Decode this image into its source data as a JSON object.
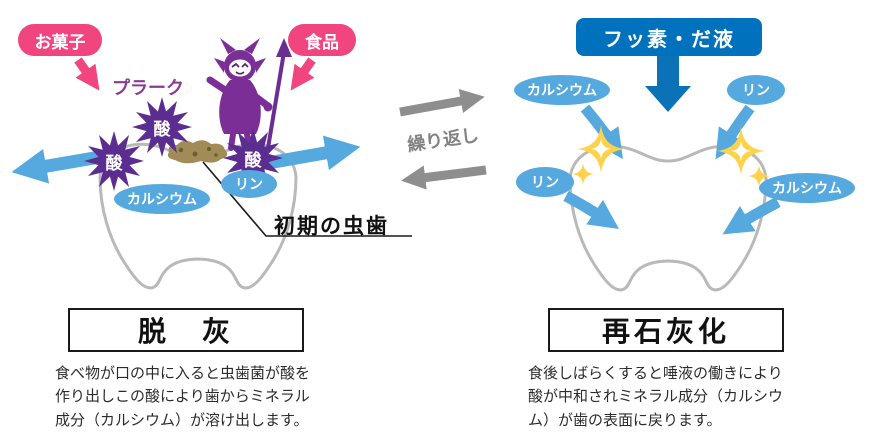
{
  "left": {
    "badge_sweets": "お菓子",
    "badge_food": "食品",
    "plaque_label": "プラーク",
    "acid_label": "酸",
    "calcium_label": "カルシウム",
    "phosphorus_label": "リン",
    "cavity_label": "初期の虫歯",
    "title": "脱　灰",
    "description": "食べ物が口の中に入ると虫歯菌が酸を作り出しこの酸により歯からミネラル成分（カルシウム）が溶け出します。"
  },
  "center": {
    "repeat_label": "繰り返し"
  },
  "right": {
    "badge_fluoride": "フッ素・だ液",
    "calcium_label": "カルシウム",
    "phosphorus_label": "リン",
    "title": "再石灰化",
    "description": "食後しばらくすると唾液の働きにより酸が中和されミネラル成分（カルシウム）が歯の表面に戻ります。"
  },
  "colors": {
    "pink": "#f0457e",
    "light_blue": "#55a9df",
    "dark_blue": "#0071bc",
    "purple": "#7b2f96",
    "burst_purple": "#5c2d91",
    "gray": "#8e8e8e",
    "gold": "#ffd24a",
    "tooth_outline": "#b9b9b9",
    "plaque_brown": "#a18b57"
  }
}
